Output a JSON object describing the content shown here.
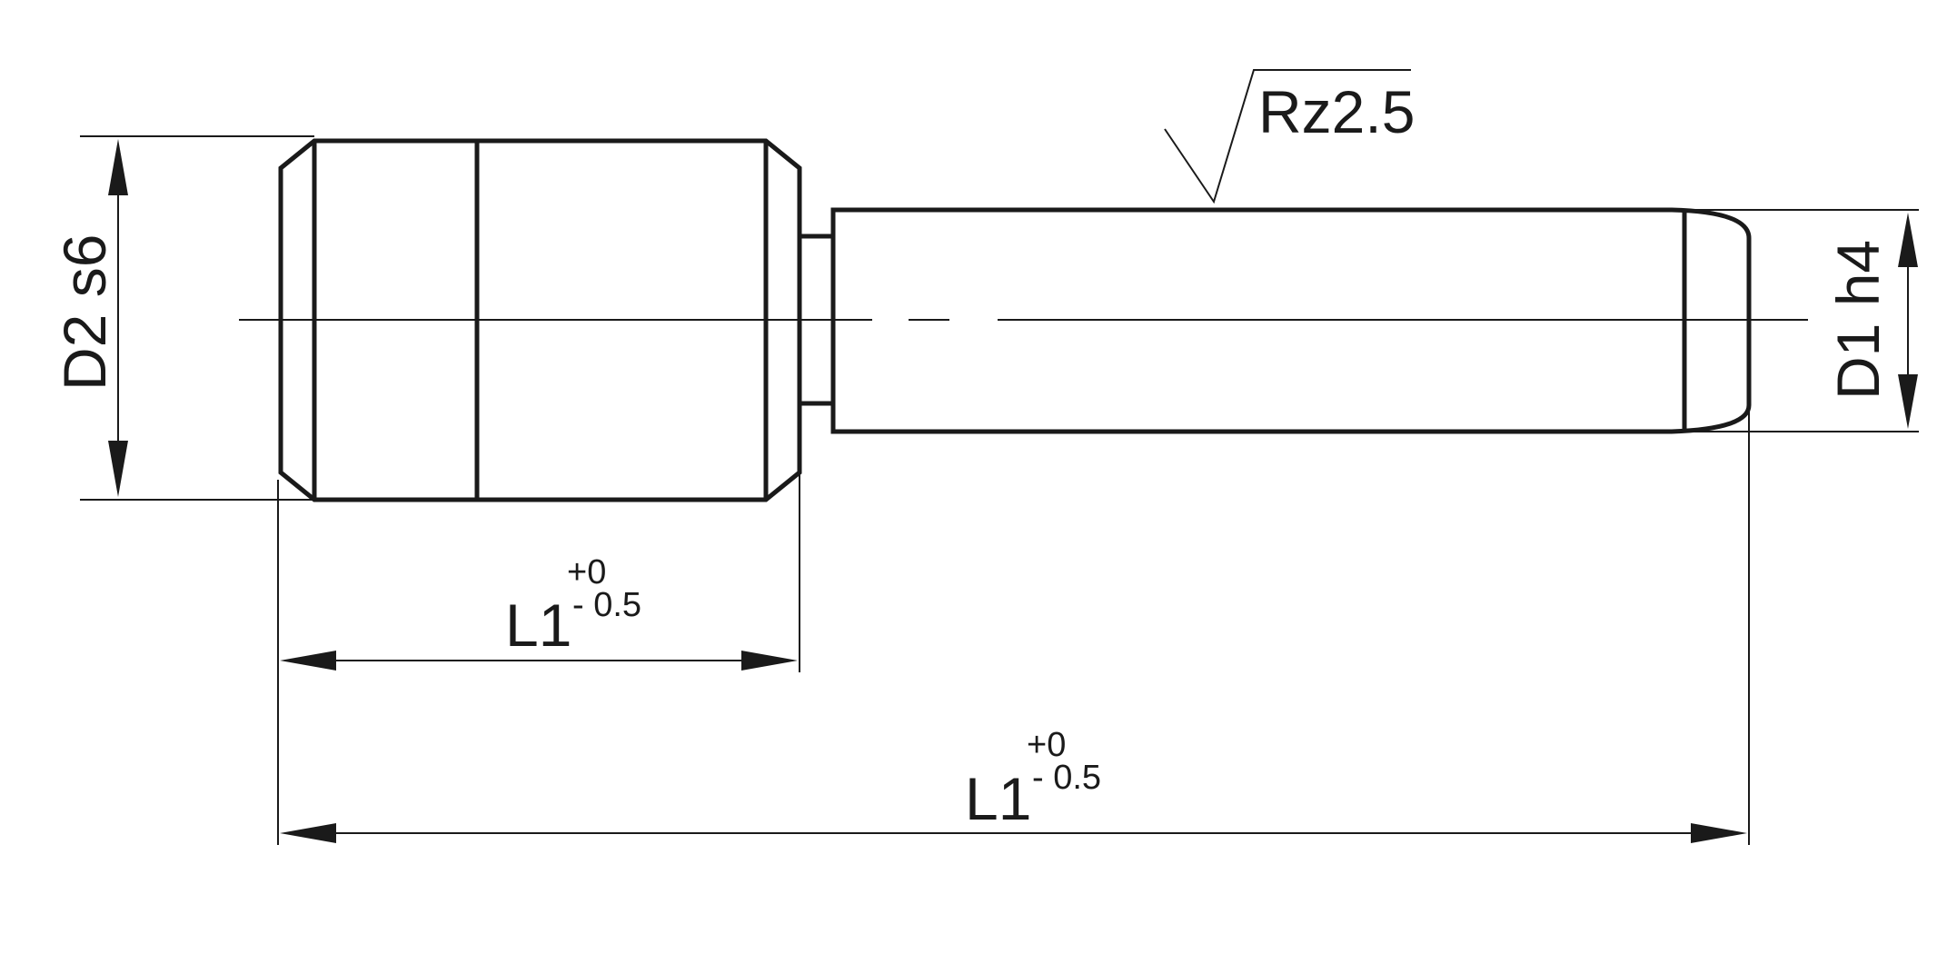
{
  "labels": {
    "d2": "D2 s6",
    "d1": "D1 h4",
    "roughness": "Rz2.5",
    "l1_short": {
      "base": "L1",
      "upper_tol": "+0",
      "lower_tol": "- 0.5"
    },
    "l1_long": {
      "base": "L1",
      "upper_tol": "+0",
      "lower_tol": "- 0.5"
    }
  },
  "colors": {
    "line": "#1a1a1a",
    "background": "#ffffff"
  }
}
